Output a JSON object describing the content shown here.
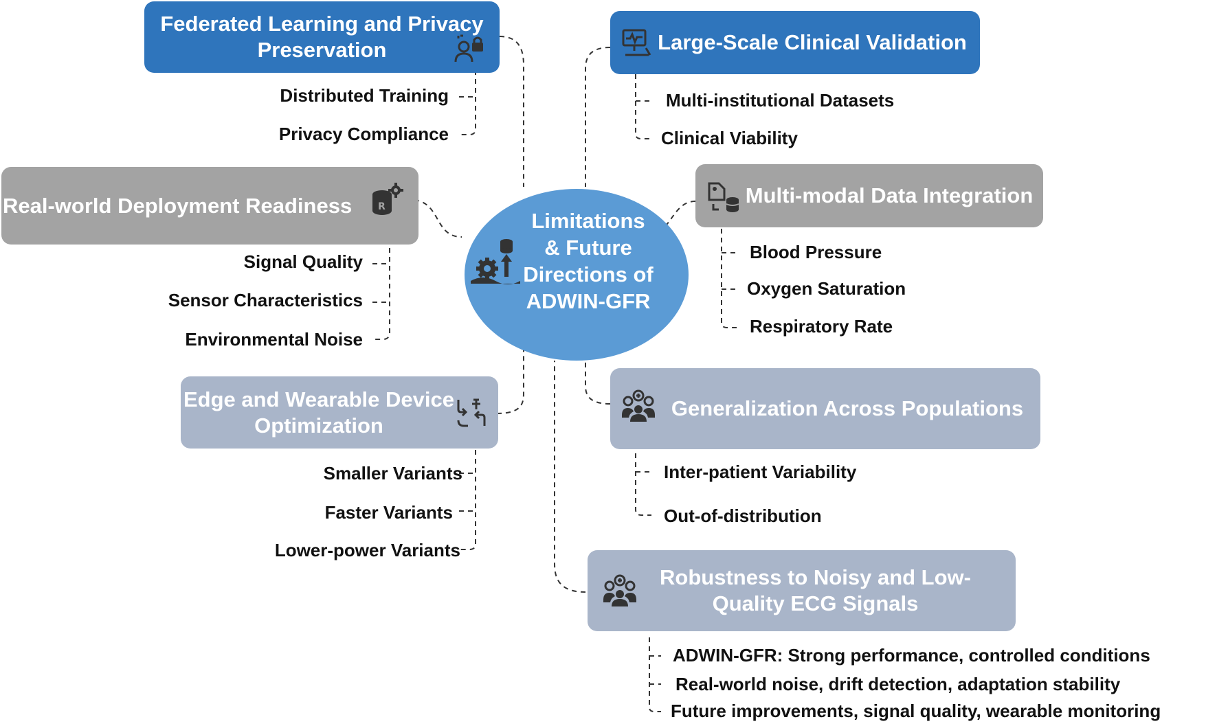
{
  "center": {
    "title": "Limitations\n& Future\nDirections of\nADWIN-GFR"
  },
  "branches": {
    "federated": {
      "title": "Federated Learning and Privacy\nPreservation",
      "items": [
        "Distributed Training",
        "Privacy Compliance"
      ],
      "icon": "lock-user-icon"
    },
    "clinical": {
      "title": "Large-Scale Clinical Validation",
      "items": [
        "Multi-institutional Datasets",
        "Clinical Viability"
      ],
      "icon": "monitor-icon"
    },
    "realworld": {
      "title": "Real-world Deployment Readiness",
      "items": [
        "Signal Quality",
        "Sensor Characteristics",
        "Environmental Noise"
      ],
      "icon": "database-gear-icon"
    },
    "multimodal": {
      "title": "Multi-modal Data Integration",
      "items": [
        "Blood Pressure",
        "Oxygen Saturation",
        "Respiratory Rate"
      ],
      "icon": "tag-database-icon"
    },
    "edge": {
      "title": "Edge and Wearable Device\nOptimization",
      "items": [
        "Smaller Variants",
        "Faster Variants",
        "Lower-power Variants"
      ],
      "icon": "exchange-icon"
    },
    "generalization": {
      "title": "Generalization Across Populations",
      "items": [
        "Inter-patient Variability",
        "Out-of-distribution"
      ],
      "icon": "people-group-icon"
    },
    "robustness": {
      "title": "Robustness to Noisy and Low-\nQuality ECG Signals",
      "items": [
        "ADWIN-GFR: Strong performance, controlled conditions",
        "Real-world noise, drift detection, adaptation stability",
        "Future improvements, signal quality, wearable monitoring"
      ],
      "icon": "people-group-icon"
    }
  },
  "colors": {
    "dark_blue": "#2f75bc",
    "center_blue": "#5b9bd5",
    "gray": "#a3a3a3",
    "slate": "#a9b5c9",
    "connector": "#333333"
  }
}
